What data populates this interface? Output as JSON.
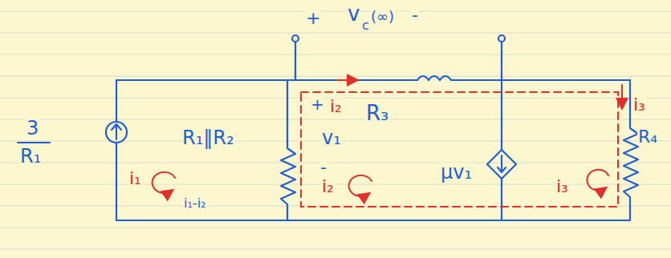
{
  "diagram": {
    "labels": [
      "+",
      "v",
      "c",
      "(∞)",
      "-",
      "+",
      "i₂",
      "R₃",
      "i₃",
      "3",
      "R₁",
      "R₁‖R₂",
      "v₁",
      "-",
      "μv₁",
      "R₄",
      "i₁",
      "i₁-i₂",
      "i₂",
      "i₃"
    ]
  }
}
